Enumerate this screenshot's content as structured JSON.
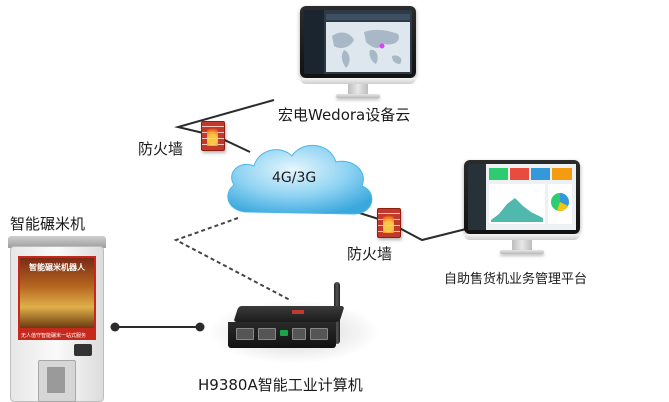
{
  "labels": {
    "cloud_platform": "宏电Wedora设备云",
    "firewall_top": "防火墙",
    "network": "4G/3G",
    "firewall_right": "防火墙",
    "vending_platform": "自助售货机业务管理平台",
    "rice_machine": "智能碾米机",
    "computer": "H9380A智能工业计算机"
  },
  "rice_machine_screen": {
    "poster_title": "智能碾米机器人",
    "strip_text": "无人值守智能碾米一站式服务"
  },
  "colors": {
    "link_solid": "#2b2b2b",
    "link_dashed": "#444444",
    "cloud_fill": "#5ec1ee",
    "cloud_highlight": "#e6f6fd",
    "firewall_red": "#c0392b"
  }
}
